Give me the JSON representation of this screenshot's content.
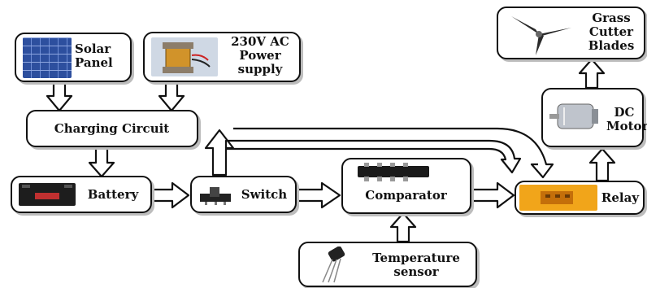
{
  "nodes": {
    "solar_panel": {
      "line1": "Solar",
      "line2": "Panel"
    },
    "ac_supply": {
      "line1": "230V AC",
      "line2": "Power",
      "line3": "supply"
    },
    "charging_circuit": {
      "label": "Charging Circuit"
    },
    "battery": {
      "label": "Battery"
    },
    "switch": {
      "label": "Switch"
    },
    "comparator": {
      "label": "Comparator"
    },
    "temperature_sensor": {
      "line1": "Temperature",
      "line2": "sensor"
    },
    "relay": {
      "label": "Relay"
    },
    "dc_motor": {
      "line1": "DC",
      "line2": "Motor"
    },
    "grass_blades": {
      "line1": "Grass",
      "line2": "Cutter",
      "line3": "Blades"
    }
  },
  "icons": {
    "solar_panel": "solar-panel-icon",
    "ac_supply": "transformer-icon",
    "battery": "battery-icon",
    "switch": "slide-switch-icon",
    "comparator": "ic-chip-icon",
    "temperature_sensor": "temperature-sensor-icon",
    "relay": "relay-icon",
    "dc_motor": "dc-motor-icon",
    "grass_blades": "cutter-blade-icon"
  },
  "colors": {
    "stroke": "#111111",
    "relay_fill": "#f1a51a",
    "panel_blue": "#3b5fb0"
  }
}
